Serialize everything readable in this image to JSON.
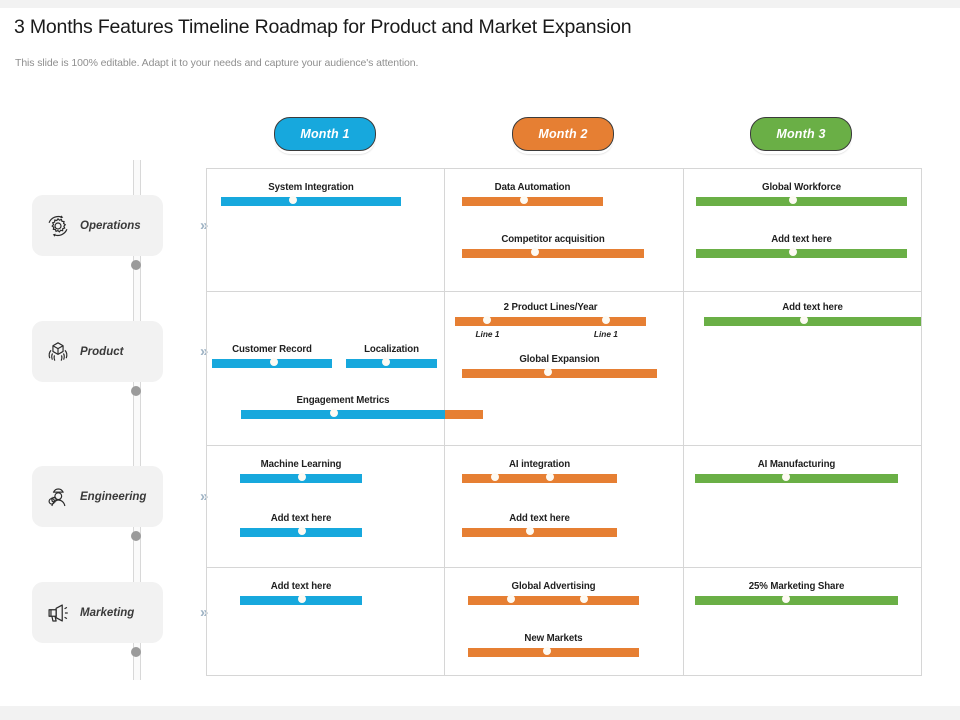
{
  "header": {
    "title": "3 Months Features Timeline Roadmap for Product and Market Expansion",
    "subtitle": "This slide is 100% editable. Adapt it to your needs and capture your audience's attention."
  },
  "colors": {
    "month1": "#17a8dd",
    "month2": "#e67f33",
    "month3": "#6aaf46",
    "category_bg": "#f2f2f2",
    "grid_line": "#d6d6d6",
    "dot": "#fdfaf3"
  },
  "months": [
    {
      "label": "Month 1",
      "color": "#17a8dd"
    },
    {
      "label": "Month 2",
      "color": "#e67f33"
    },
    {
      "label": "Month 3",
      "color": "#6aaf46"
    }
  ],
  "categories": [
    {
      "label": "Operations",
      "icon": "gear-cycle-icon",
      "chevron": "»"
    },
    {
      "label": "Product",
      "icon": "cube-in-hands-icon",
      "chevron": "»"
    },
    {
      "label": "Engineering",
      "icon": "engineer-gear-icon",
      "chevron": "»"
    },
    {
      "label": "Marketing",
      "icon": "megaphone-icon",
      "chevron": "»"
    }
  ],
  "chart_data": {
    "type": "bar",
    "title": "3 Months Features Timeline Roadmap for Product and Market Expansion",
    "columns": [
      "Month 1",
      "Month 2",
      "Month 3"
    ],
    "rows": [
      "Operations",
      "Product",
      "Engineering",
      "Marketing"
    ],
    "legend_position": "top",
    "grid": true,
    "tasks": [
      {
        "row": "Operations",
        "column": "Month 1",
        "label": "System Integration",
        "color": "#17a8dd",
        "start": 0.06,
        "end": 0.94,
        "markers": [
          0.4
        ]
      },
      {
        "row": "Operations",
        "column": "Month 2",
        "label": "Data Automation",
        "color": "#e67f33",
        "start": 0.07,
        "end": 0.67,
        "markers": [
          0.44
        ]
      },
      {
        "row": "Operations",
        "column": "Month 2",
        "label": "Competitor acquisition",
        "color": "#e67f33",
        "start": 0.07,
        "end": 0.83,
        "markers": [
          0.4
        ]
      },
      {
        "row": "Operations",
        "column": "Month 3",
        "label": "Global Workforce",
        "color": "#6aaf46",
        "start": 0.05,
        "end": 0.93,
        "markers": [
          0.46
        ]
      },
      {
        "row": "Operations",
        "column": "Month 3",
        "label": "Add text here",
        "color": "#6aaf46",
        "start": 0.05,
        "end": 0.93,
        "markers": [
          0.46
        ]
      },
      {
        "row": "Product",
        "column": "Month 2",
        "label": "2 Product Lines/Year",
        "color": "#e67f33",
        "start": 0.04,
        "end": 0.84,
        "markers": [
          0.17,
          0.79
        ],
        "sublabels": [
          "Line 1",
          "Line 1"
        ]
      },
      {
        "row": "Product",
        "column": "Month 2",
        "label": "Global Expansion",
        "color": "#e67f33",
        "start": 0.07,
        "end": 0.88,
        "markers": [
          0.44
        ]
      },
      {
        "row": "Product",
        "column": "Month 3",
        "label": "Add text here",
        "color": "#6aaf46",
        "start": 0.08,
        "end": 0.99,
        "markers": [
          0.46
        ]
      },
      {
        "row": "Product",
        "column": "Month 1",
        "label": "Customer Record",
        "color": "#17a8dd",
        "start": 0.02,
        "end": 0.44,
        "markers": [
          0.26
        ]
      },
      {
        "row": "Product",
        "column": "Month 1",
        "label": "Localization",
        "color": "#17a8dd",
        "start": 0.53,
        "end": 0.92,
        "markers": [
          0.71
        ]
      },
      {
        "row": "Product",
        "column": "Month 1",
        "label": "Engagement Metrics",
        "color": "#17a8dd",
        "start": 0.14,
        "end": 1.16,
        "markers": [
          0.55
        ],
        "spans": true,
        "split_at": 1.0,
        "second_color": "#e67f33"
      },
      {
        "row": "Engineering",
        "column": "Month 1",
        "label": "Machine Learning",
        "color": "#17a8dd",
        "start": 0.14,
        "end": 0.65,
        "markers": [
          0.39
        ]
      },
      {
        "row": "Engineering",
        "column": "Month 1",
        "label": "Add text here",
        "color": "#17a8dd",
        "start": 0.14,
        "end": 0.65,
        "markers": [
          0.39
        ]
      },
      {
        "row": "Engineering",
        "column": "Month 2",
        "label": "AI  integration",
        "color": "#e67f33",
        "start": 0.07,
        "end": 0.72,
        "markers": [
          0.21,
          0.57
        ]
      },
      {
        "row": "Engineering",
        "column": "Month 2",
        "label": "Add text here",
        "color": "#e67f33",
        "start": 0.07,
        "end": 0.72,
        "markers": [
          0.44
        ]
      },
      {
        "row": "Engineering",
        "column": "Month 3",
        "label": "AI Manufacturing",
        "color": "#6aaf46",
        "start": 0.05,
        "end": 0.9,
        "markers": [
          0.45
        ]
      },
      {
        "row": "Marketing",
        "column": "Month 1",
        "label": "Add text here",
        "color": "#17a8dd",
        "start": 0.14,
        "end": 0.65,
        "markers": [
          0.39
        ]
      },
      {
        "row": "Marketing",
        "column": "Month 2",
        "label": "Global Advertising",
        "color": "#e67f33",
        "start": 0.1,
        "end": 0.82,
        "markers": [
          0.25,
          0.68
        ]
      },
      {
        "row": "Marketing",
        "column": "Month 2",
        "label": "New Markets",
        "color": "#e67f33",
        "start": 0.1,
        "end": 0.82,
        "markers": [
          0.46
        ]
      },
      {
        "row": "Marketing",
        "column": "Month 3",
        "label": "25% Marketing Share",
        "color": "#6aaf46",
        "start": 0.05,
        "end": 0.9,
        "markers": [
          0.45
        ]
      }
    ]
  },
  "tasks": {
    "t0": {
      "label": "System Integration"
    },
    "t1": {
      "label": "Data Automation"
    },
    "t2": {
      "label": "Competitor acquisition"
    },
    "t3": {
      "label": "Global Workforce"
    },
    "t4": {
      "label": "Add text here"
    },
    "t5": {
      "label": "Customer Record"
    },
    "t6": {
      "label": "Localization"
    },
    "t7": {
      "label": "Engagement Metrics"
    },
    "t8": {
      "label": "2 Product Lines/Year"
    },
    "t9": {
      "label": "Global Expansion"
    },
    "t10": {
      "label": "Add text here"
    },
    "t11": {
      "label": "Machine Learning"
    },
    "t12": {
      "label": "Add text here"
    },
    "t13": {
      "label": "AI  integration"
    },
    "t14": {
      "label": "Add text here"
    },
    "t15": {
      "label": "AI Manufacturing"
    },
    "t16": {
      "label": "Add text here"
    },
    "t17": {
      "label": "Global Advertising"
    },
    "t18": {
      "label": "New Markets"
    },
    "t19": {
      "label": "25% Marketing Share"
    },
    "line1a": {
      "label": "Line 1"
    },
    "line1b": {
      "label": "Line 1"
    }
  }
}
